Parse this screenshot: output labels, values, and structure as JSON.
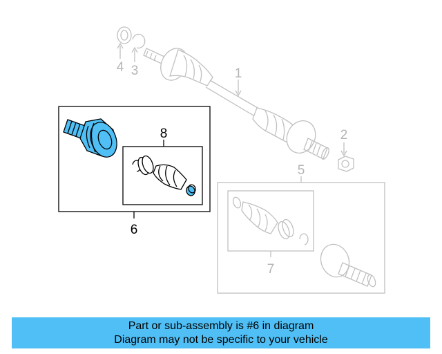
{
  "diagram": {
    "callouts": {
      "c1": "1",
      "c2": "2",
      "c3": "3",
      "c4": "4",
      "c5": "5",
      "c6": "6",
      "c7": "7",
      "c8": "8"
    },
    "highlighted_part": "6"
  },
  "banner": {
    "line1": "Part or sub-assembly is #6 in diagram",
    "line2": "Diagram may not be specific to your vehicle",
    "color": "#4fbff5"
  },
  "colors": {
    "highlight": "#4fbff5",
    "ghost": "#c0c0c0",
    "active": "#000000"
  }
}
